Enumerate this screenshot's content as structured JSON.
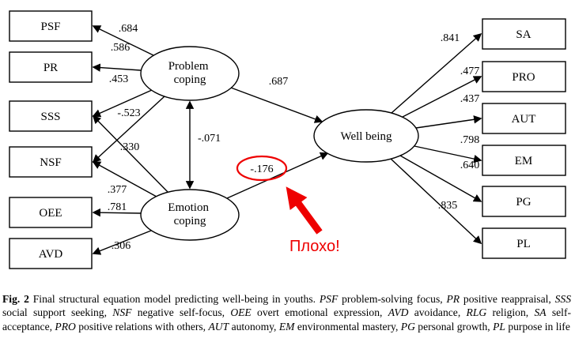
{
  "figure": {
    "latents": {
      "problem": [
        "Problem",
        "coping"
      ],
      "emotion": [
        "Emotion",
        "coping"
      ],
      "wellbeing": "Well being"
    },
    "indicators_left": [
      "PSF",
      "PR",
      "SSS",
      "NSF",
      "OEE",
      "AVD"
    ],
    "indicators_right": [
      "SA",
      "PRO",
      "AUT",
      "EM",
      "PG",
      "PL"
    ],
    "loadings": {
      "problem_psf": ".684",
      "problem_pr": ".586",
      "problem_sss": ".453",
      "problem_nsf": "-.523",
      "emotion_sss": ".330",
      "emotion_nsf": ".377",
      "emotion_oee": ".781",
      "emotion_avd": ".306",
      "wellbeing_sa": ".841",
      "wellbeing_pro": ".477",
      "wellbeing_aut": ".437",
      "wellbeing_em": ".798",
      "wellbeing_pg": ".640",
      "wellbeing_pl": ".835"
    },
    "paths": {
      "problem_wellbeing": ".687",
      "emotion_wellbeing": "-.176",
      "problem_emotion_covariance": "-.071"
    },
    "annotation": {
      "label": "Плохо!",
      "color": "#ee0000"
    }
  },
  "caption": {
    "segments": [
      {
        "t": "Fig. 2",
        "style": "bold"
      },
      {
        "t": " Final structural equation model predicting well-being in youths. "
      },
      {
        "t": "PSF",
        "style": "italic"
      },
      {
        "t": " problem-solving focus, "
      },
      {
        "t": "PR",
        "style": "italic"
      },
      {
        "t": " positive reappraisal, "
      },
      {
        "t": "SSS",
        "style": "italic"
      },
      {
        "t": " social support seeking, "
      },
      {
        "t": "NSF",
        "style": "italic"
      },
      {
        "t": " negative self-focus, "
      },
      {
        "t": "OEE",
        "style": "italic"
      },
      {
        "t": " overt emotional expression, "
      },
      {
        "t": "AVD",
        "style": "italic"
      },
      {
        "t": " avoidance, "
      },
      {
        "t": "RLG",
        "style": "italic"
      },
      {
        "t": " religion, "
      },
      {
        "t": "SA",
        "style": "italic"
      },
      {
        "t": " self-acceptance, "
      },
      {
        "t": "PRO",
        "style": "italic"
      },
      {
        "t": " positive relations with others, "
      },
      {
        "t": "AUT",
        "style": "italic"
      },
      {
        "t": " autonomy, "
      },
      {
        "t": "EM",
        "style": "italic"
      },
      {
        "t": " environmental mastery, "
      },
      {
        "t": "PG",
        "style": "italic"
      },
      {
        "t": " personal growth, "
      },
      {
        "t": "PL",
        "style": "italic"
      },
      {
        "t": " purpose in life"
      }
    ]
  }
}
